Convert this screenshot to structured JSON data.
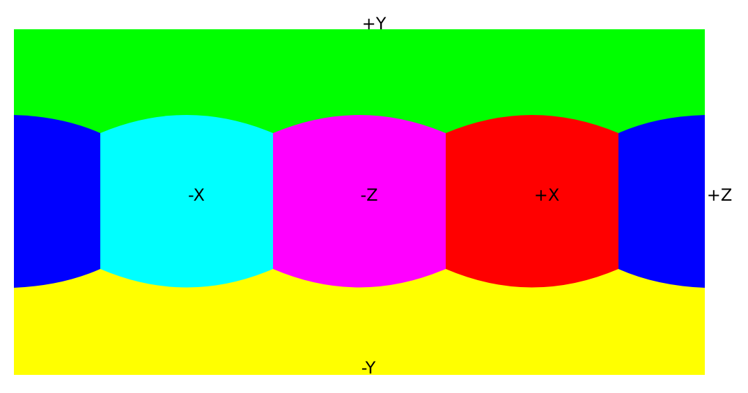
{
  "diagram": {
    "faces": {
      "pos_y": {
        "label": "+Y",
        "color": "#00ff00"
      },
      "neg_y": {
        "label": "-Y",
        "color": "#ffff00"
      },
      "neg_x": {
        "label": "-X",
        "color": "#00ffff"
      },
      "neg_z": {
        "label": "-Z",
        "color": "#ff00ff"
      },
      "pos_x": {
        "label": "+X",
        "color": "#ff0000"
      },
      "pos_z": {
        "label": "+Z",
        "color": "#0000ff"
      }
    }
  }
}
